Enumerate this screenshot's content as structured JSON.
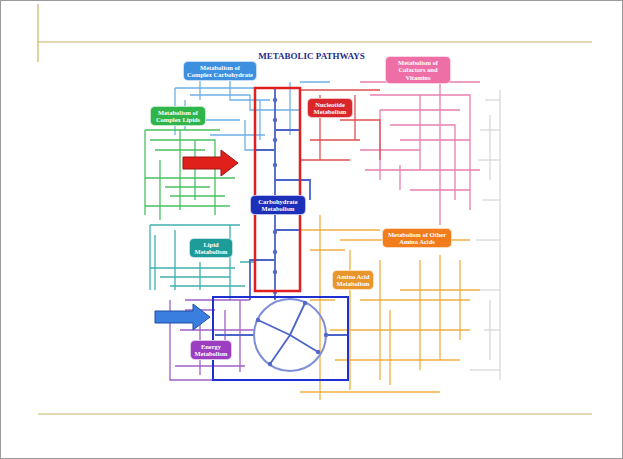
{
  "diagram": {
    "title": "METABOLIC PATHWAYS",
    "nodes": [
      {
        "text": [
          "Metabolism of Complex Carbohydrate"
        ]
      },
      {
        "text": [
          "Metabolism of Cofactors and Vitamins"
        ]
      },
      {
        "text": [
          "Metabolism of Complex Lipids"
        ]
      },
      {
        "text": [
          "Nucleotide Metabolism"
        ]
      },
      {
        "text": [
          "Carbohydrate Metabolism"
        ]
      },
      {
        "text": [
          "Metabolism of Other Amino Acids"
        ]
      },
      {
        "text": [
          "Lipid Metabolism"
        ]
      },
      {
        "text": [
          "Amino Acid Metabolism"
        ]
      },
      {
        "text": [
          "Energy Metabolism"
        ]
      }
    ]
  }
}
